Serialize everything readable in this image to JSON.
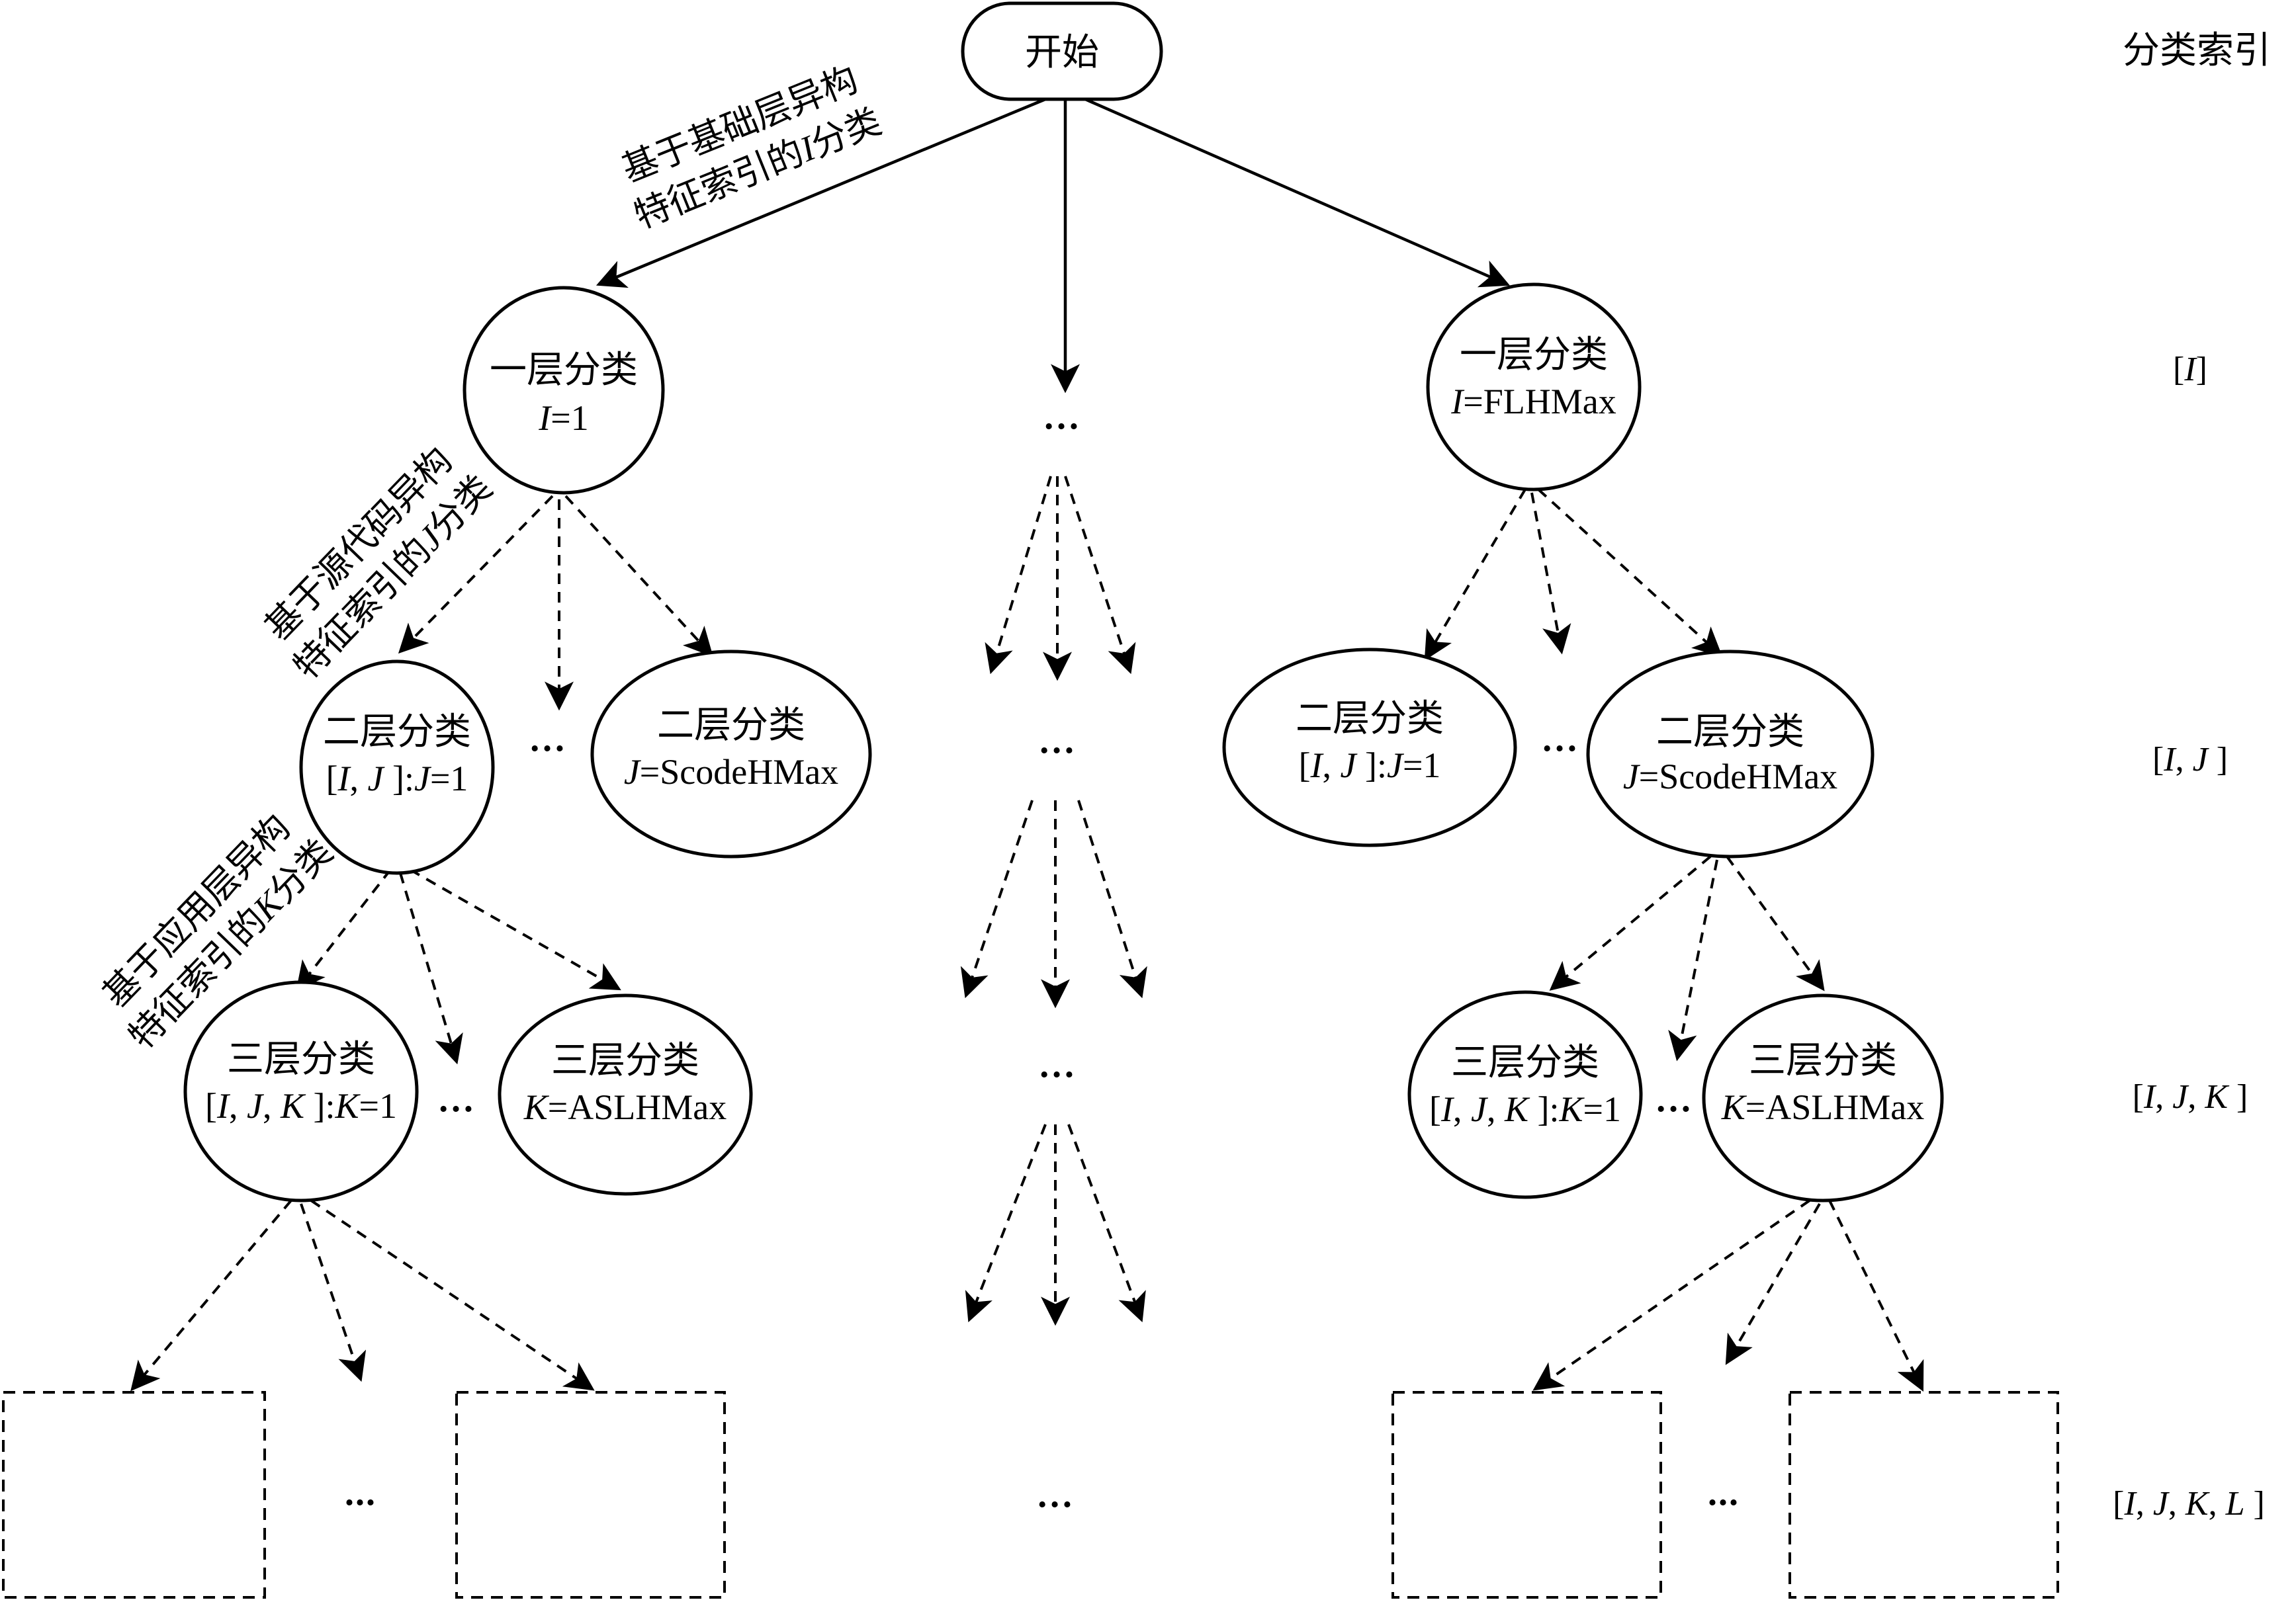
{
  "index_header": "分类索引",
  "index_levels": {
    "l1": [
      "[",
      "I",
      "]"
    ],
    "l2": [
      "[",
      "I",
      ", ",
      "J",
      " ]"
    ],
    "l3": [
      "[",
      "I",
      ", ",
      "J",
      ", ",
      "K",
      " ]"
    ],
    "l4": [
      "[",
      "I",
      ", ",
      "J",
      ", ",
      "K",
      ", ",
      "L",
      " ]"
    ]
  },
  "start": {
    "label": "开始"
  },
  "edge_labels": {
    "layer1": [
      "基于基础层异构",
      "特征索引的",
      "I",
      "分类"
    ],
    "layer2": [
      "基于源代码异构",
      "特征索引的",
      "J",
      "分类"
    ],
    "layer3": [
      "基于应用层异构",
      "特征索引的",
      "K",
      "分类"
    ]
  },
  "nodes": {
    "l1_left": {
      "title": "一层分类",
      "line2": [
        "I",
        "=1"
      ]
    },
    "l1_right": {
      "title": "一层分类",
      "line2": [
        "I",
        "=FLHMax"
      ]
    },
    "l2_left_a": {
      "title": "二层分类",
      "line2": [
        "[",
        "I",
        ", ",
        "J",
        " ]:",
        "J",
        "=1"
      ]
    },
    "l2_left_b": {
      "title": "二层分类",
      "line2": [
        "J",
        "=ScodeHMax"
      ]
    },
    "l2_right_a": {
      "title": "二层分类",
      "line2": [
        "[",
        "I",
        ", ",
        "J",
        " ]:",
        "J",
        "=1"
      ]
    },
    "l2_right_b": {
      "title": "二层分类",
      "line2": [
        "J",
        "=ScodeHMax"
      ]
    },
    "l3_left_a": {
      "title": "三层分类",
      "line2": [
        "[",
        "I",
        ", ",
        "J",
        ", ",
        "K",
        " ]:",
        "K",
        "=1"
      ]
    },
    "l3_left_b": {
      "title": "三层分类",
      "line2": [
        "K",
        "=ASLHMax"
      ]
    },
    "l3_right_a": {
      "title": "三层分类",
      "line2": [
        "[",
        "I",
        ", ",
        "J",
        ", ",
        "K",
        " ]:",
        "K",
        "=1"
      ]
    },
    "l3_right_b": {
      "title": "三层分类",
      "line2": [
        "K",
        "=ASLHMax"
      ]
    }
  },
  "ellipsis": "…",
  "ellipsis_small": "..."
}
